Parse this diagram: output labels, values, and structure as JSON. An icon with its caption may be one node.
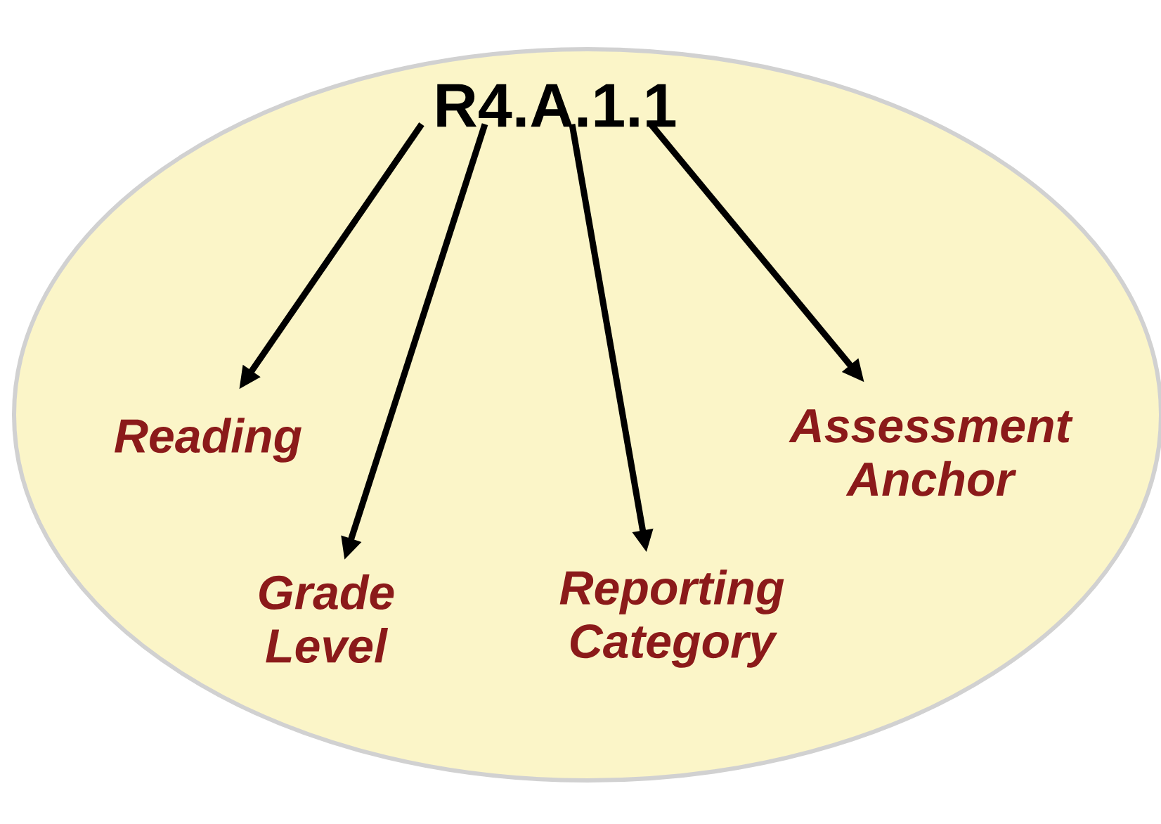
{
  "diagram": {
    "nodes": [
      {
        "text": [],
        "shape": "ellipse"
      },
      {
        "text": [
          "R4.A.1.1"
        ],
        "in": 0
      },
      {
        "text": [
          "Reading"
        ],
        "in": 0
      },
      {
        "text": [
          "Grade Level"
        ],
        "in": 0
      },
      {
        "text": [
          "Reporting Category"
        ],
        "in": 0
      },
      {
        "text": [
          "Assessment Anchor"
        ],
        "in": 0
      }
    ],
    "edges": [
      {
        "from": 1,
        "to": 2,
        "arrow": "to"
      },
      {
        "from": 1,
        "to": 3,
        "arrow": "to"
      },
      {
        "from": 1,
        "to": 4,
        "arrow": "to"
      },
      {
        "from": 1,
        "to": 5,
        "arrow": "to"
      }
    ]
  }
}
